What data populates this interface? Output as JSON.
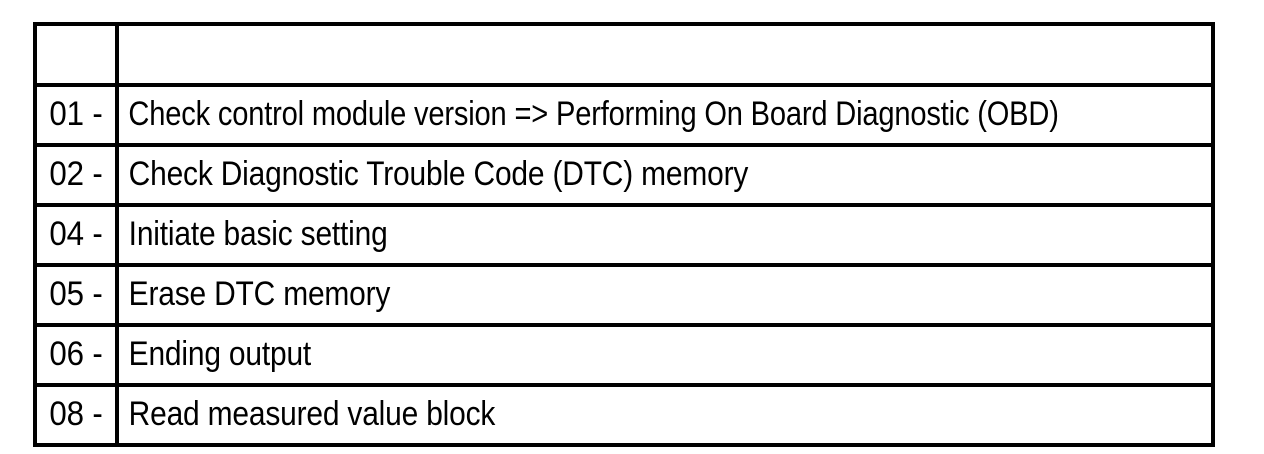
{
  "document": {
    "type": "table",
    "background_color": "#ffffff",
    "text_color": "#000000",
    "border_color": "#000000"
  },
  "table": {
    "columns": [
      {
        "key": "code",
        "header": ""
      },
      {
        "key": "description",
        "header": ""
      }
    ],
    "header_row": {
      "code": "",
      "description": ""
    },
    "rows": [
      {
        "code": "01 -",
        "description": "Check control module version => Performing On Board Diagnostic (OBD)"
      },
      {
        "code": "02 -",
        "description": "Check Diagnostic Trouble Code (DTC) memory"
      },
      {
        "code": "04 -",
        "description": "Initiate basic setting"
      },
      {
        "code": "05 -",
        "description": "Erase DTC memory"
      },
      {
        "code": "06 -",
        "description": "Ending output"
      },
      {
        "code": "08 -",
        "description": "Read measured value block"
      }
    ]
  }
}
